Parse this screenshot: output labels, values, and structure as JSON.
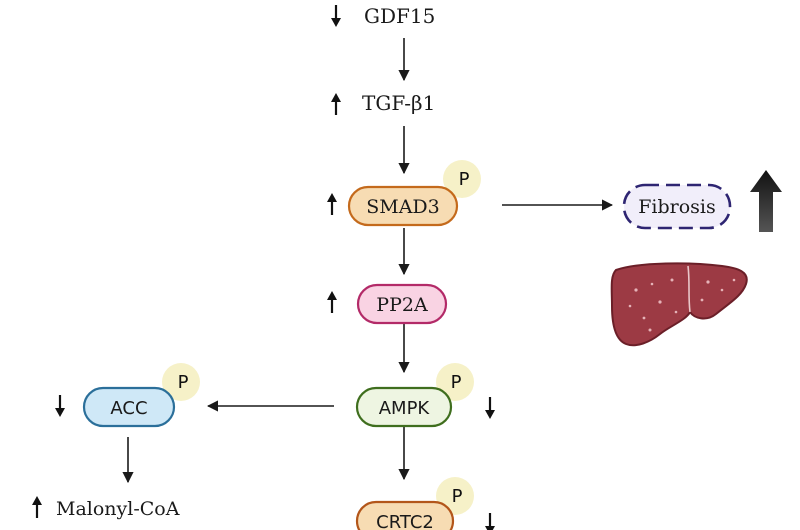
{
  "colors": {
    "arrow": "#1a1a1a",
    "smad3_fill": "#f7dcb3",
    "smad3_stroke": "#c46a1c",
    "pp2a_fill": "#f9d3e3",
    "pp2a_stroke": "#b32a68",
    "ampk_fill": "#eef5e2",
    "ampk_stroke": "#3f6e1e",
    "acc_fill": "#cfe8f7",
    "acc_stroke": "#2b6f9a",
    "crtc2_fill": "#f7dcb3",
    "crtc2_stroke": "#b3561a",
    "phospho_fill": "#f6f1c8",
    "fibrosis_fill": "#f1eefa",
    "fibrosis_stroke": "#2e2572",
    "liver_fill": "#9c3a44",
    "liver_stroke": "#6b1f28"
  },
  "nodes": {
    "gdf15": {
      "label": "GDF15",
      "regulation": "down"
    },
    "tgfb1": {
      "label": "TGF-β1",
      "regulation": "up"
    },
    "smad3": {
      "label": "SMAD3",
      "regulation": "up",
      "phospho": "P"
    },
    "pp2a": {
      "label": "PP2A",
      "regulation": "up"
    },
    "ampk": {
      "label": "AMPK",
      "regulation": "down",
      "phospho": "P"
    },
    "acc": {
      "label": "ACC",
      "regulation": "down",
      "phospho": "P"
    },
    "malonyl": {
      "label": "Malonyl-CoA",
      "regulation": "up"
    },
    "crtc2": {
      "label": "CRTC2",
      "regulation": "down",
      "phospho": "P"
    },
    "fibrosis": {
      "label": "Fibrosis",
      "regulation": "up"
    }
  },
  "icons": {
    "liver": "liver-icon",
    "up": "up-arrow-icon",
    "down": "down-arrow-icon",
    "big_up": "large-up-arrow-icon"
  }
}
